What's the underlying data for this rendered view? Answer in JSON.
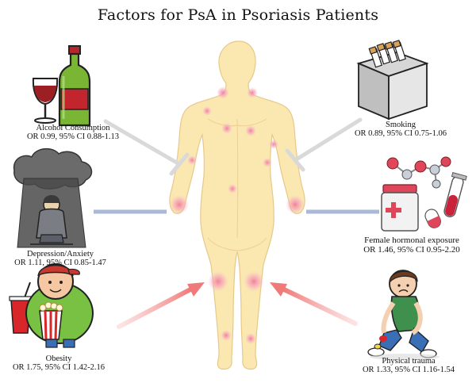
{
  "title": "Factors for PsA in Psoriasis Patients",
  "factors": {
    "alcohol": {
      "name": "Alcohol Consumption",
      "stat": "OR 0.99, 95% CI 0.88-1.13"
    },
    "depression": {
      "name": "Depression/Anxiety",
      "stat": "OR 1.11, 95% CI 0.85-1.47"
    },
    "obesity": {
      "name": "Obesity",
      "stat": "OR 1.75, 95% CI 1.42-2.16"
    },
    "smoking": {
      "name": "Smoking",
      "stat": "OR 0.89, 95% CI 0.75-1.06"
    },
    "hormonal": {
      "name": "Female hormonal exposure",
      "stat": "OR 1.46, 95% CI 0.95-2.20"
    },
    "trauma": {
      "name": "Physical trauma",
      "stat": "OR 1.33, 95% CI 1.16-1.54"
    }
  },
  "colors": {
    "inhibit": "#d9d9d9",
    "neutral": "#a9b9d6",
    "promote": "#f08a8a",
    "body_fill": "#fbe7b0",
    "body_stroke": "#e6c98a",
    "lesion": "#f29ab0"
  }
}
